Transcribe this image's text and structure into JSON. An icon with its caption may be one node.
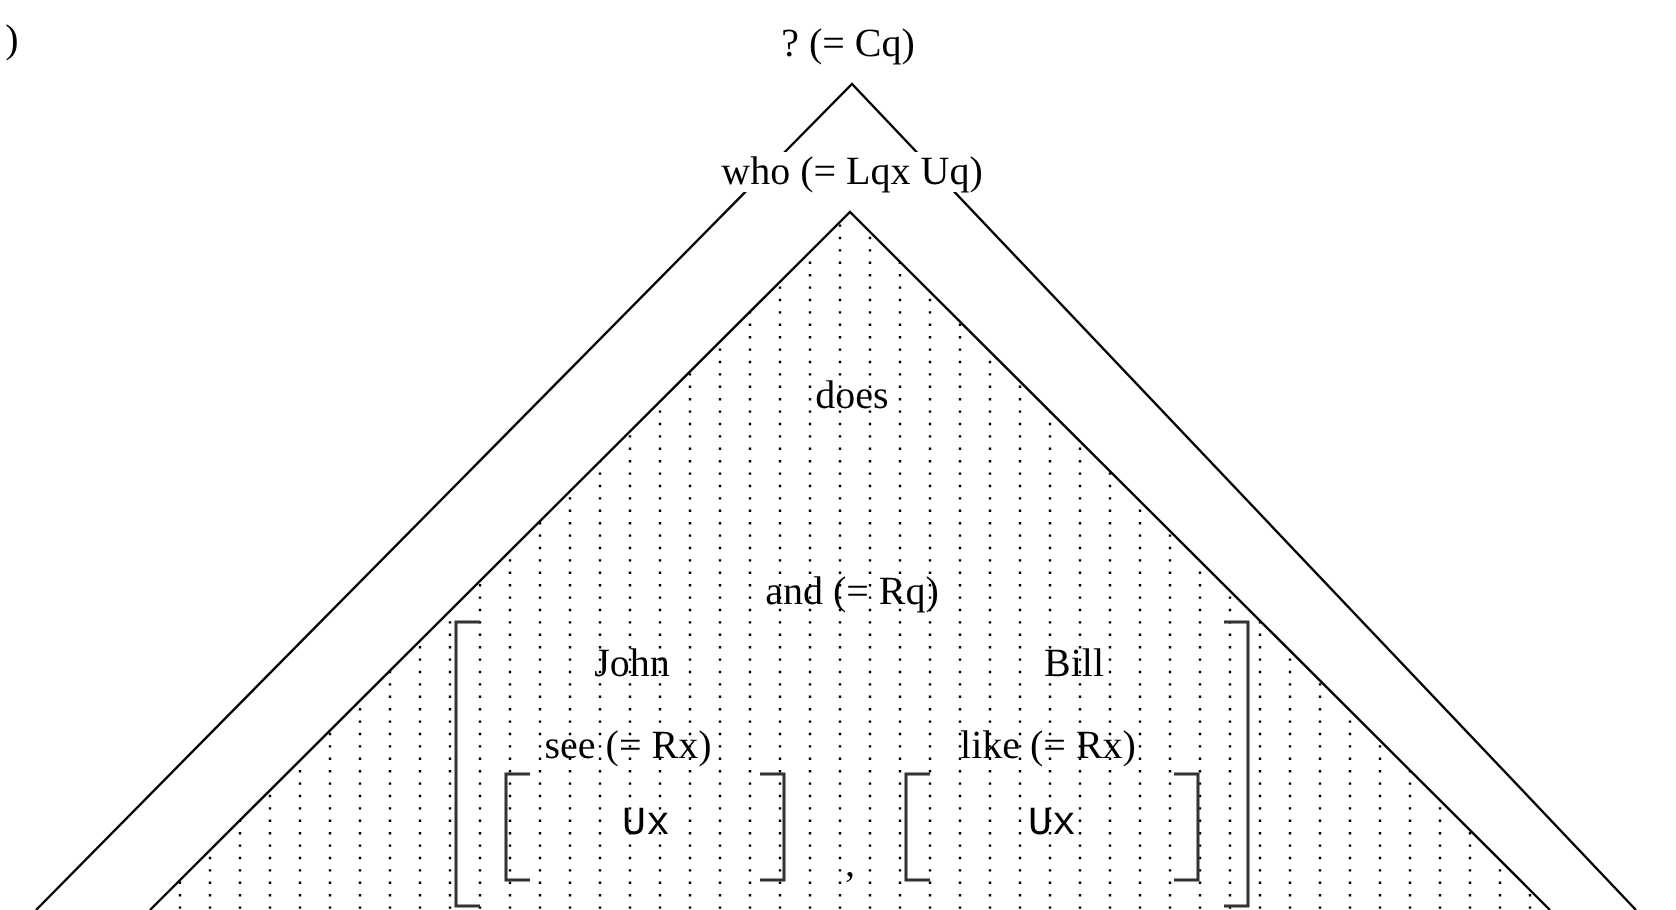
{
  "diagram": {
    "labels": [
      ")",
      "? (= Cq)",
      "who (= Lqx Uq)",
      "does",
      "and (= Rq)",
      "John",
      "Bill",
      "see (= Rx)",
      "like (= Rx)",
      "Ux",
      ",",
      "Ux"
    ]
  }
}
